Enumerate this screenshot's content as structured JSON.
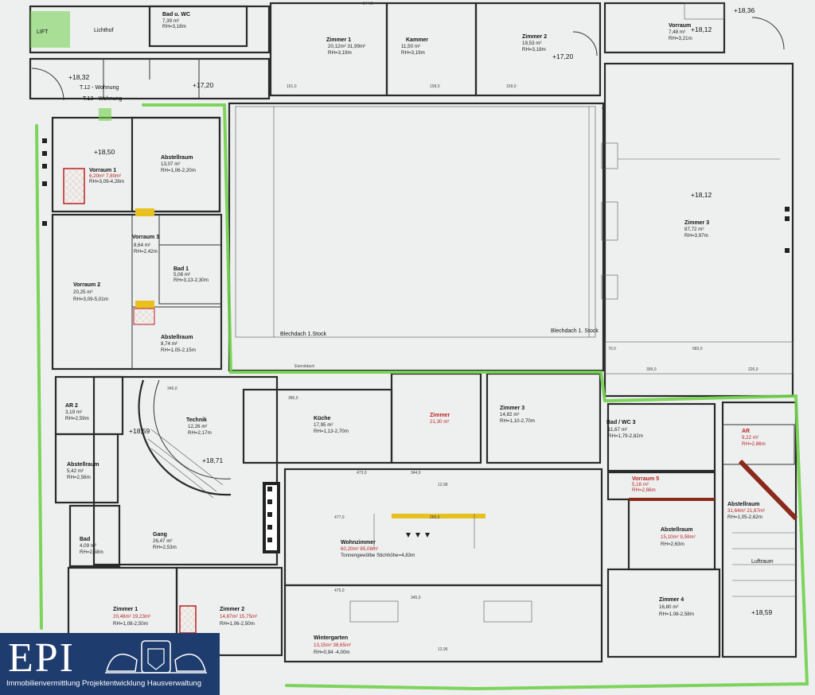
{
  "brand": {
    "name": "EPI",
    "tagline": "Immobilienvermittlung  Projektentwicklung  Hausverwaltung",
    "colors": {
      "navy": "#1f3c6e",
      "green_marking": "#6fd04a",
      "text_red": "#b22222"
    }
  },
  "labels": {
    "lift": "LIFT",
    "lichthof": "Lichthof",
    "wohnung12": "T.12 - Wohnung",
    "wohnung13": "T.13 - Wohnung",
    "roof_left": "Blechdach 1.Stock",
    "roof_right": "Blechdach 1. Stock",
    "eternit": "Eternitdach",
    "luftraum": "Luftraum"
  },
  "levels": [
    "+18,32",
    "+17,20",
    "+17,20",
    "+18,36",
    "+18,12",
    "+18,50",
    "+18,12",
    "+18,59",
    "+18,71",
    "+18,59"
  ],
  "rooms": [
    {
      "name": "Bad u. WC",
      "area": "7,39 m²",
      "rh": "RH=3,18m"
    },
    {
      "name": "Zimmer 1",
      "area": "20,12m² 31,99m²",
      "rh": "RH=3,19m"
    },
    {
      "name": "Kammer",
      "area": "11,50 m²",
      "rh": "RH=3,19m"
    },
    {
      "name": "Zimmer 2",
      "area": "19,53 m²",
      "rh": "RH=3,18m"
    },
    {
      "name": "Vorraum",
      "area": "7,48 m²",
      "rh": "RH=3,21m"
    },
    {
      "name": "Zimmer 3",
      "area": "87,72 m²",
      "rh": "RH=3,97m"
    },
    {
      "name": "Abstellraum",
      "area": "13,07 m²",
      "rh": "RH=1,06-2,20m"
    },
    {
      "name": "Vorraum 1",
      "area": "6,20m² 7,80m²",
      "rh": "RH=3,09-4,28m"
    },
    {
      "name": "Vorraum 3",
      "area": "8,64 m²",
      "rh": "RH=2,42m"
    },
    {
      "name": "Vorraum 2",
      "area": "20,25 m²",
      "rh": "RH=3,09-5,01m"
    },
    {
      "name": "Bad 1",
      "area": "5,08 m²",
      "rh": "RH=3,13-2,30m"
    },
    {
      "name": "Abstellraum",
      "area": "8,74 m²",
      "rh": "RH=1,05-2,15m"
    },
    {
      "name": "AR 2",
      "area": "3,19 m²",
      "rh": "RH=2,59m"
    },
    {
      "name": "Technik",
      "area": "12,26 m²",
      "rh": "RH=2,17m"
    },
    {
      "name": "Küche",
      "area": "17,95 m²",
      "rh": "RH=1,13-2,70m"
    },
    {
      "name": "Zimmer",
      "area": "21,30 m²",
      "rh": ""
    },
    {
      "name": "Zimmer 3",
      "area": "14,82 m²",
      "rh": "RH=1,10-2,70m"
    },
    {
      "name": "Bad / WC 3",
      "area": "11,67 m²",
      "rh": "RH=1,79-2,82m"
    },
    {
      "name": "AR",
      "area": "9,22 m²",
      "rh": "RH=2,86m"
    },
    {
      "name": "Abstellraum",
      "area": "5,42 m²",
      "rh": "RH=2,58m"
    },
    {
      "name": "Bad",
      "area": "4,09 m²",
      "rh": "RH=2,58m"
    },
    {
      "name": "Gang",
      "area": "26,47 m²",
      "rh": "RH=2,53m"
    },
    {
      "name": "Wohnzimmer",
      "area": "60,20m² 85,08m²",
      "rh": "Tonnengewölbe Stichhöhe=4,83m"
    },
    {
      "name": "Vorraum 5",
      "area": "5,16 m²",
      "rh": "RH=2,66m"
    },
    {
      "name": "Abstellraum",
      "area": "15,10m² 9,59m²",
      "rh": "RH=2,63m"
    },
    {
      "name": "Abstellraum",
      "area": "31,64m² 21,67m²",
      "rh": "RH=1,05-2,62m"
    },
    {
      "name": "Zimmer 1",
      "area": "20,48m² 19,23m²",
      "rh": "RH=1,08-2,50m"
    },
    {
      "name": "Zimmer 2",
      "area": "14,87m² 15,75m²",
      "rh": "RH=1,06-2,50m"
    },
    {
      "name": "Wintergarten",
      "area": "13,15m² 38,65m²",
      "rh": "RH=0,94 -4,00m"
    },
    {
      "name": "Zimmer 4",
      "area": "16,80 m²",
      "rh": "RH=1,08-2,58m"
    }
  ],
  "dimensions": [
    "844,0",
    "161,0",
    "158,0",
    "159,0",
    "12,98",
    "12,96",
    "344,0",
    "345,0",
    "475,0",
    "477,0",
    "683,0",
    "399,0",
    "226,0",
    "70,0",
    "349,0",
    "386,0",
    "473,0",
    "289,0"
  ]
}
